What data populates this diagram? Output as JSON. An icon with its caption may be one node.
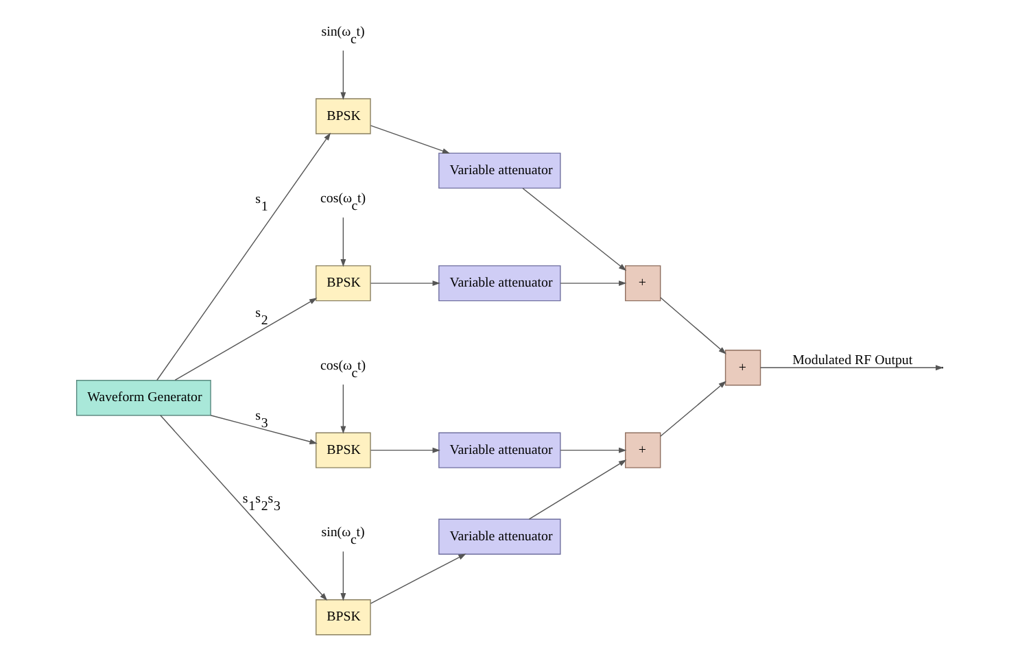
{
  "diagram": {
    "nodes": [
      {
        "text": [
          "Waveform Generator"
        ]
      },
      {
        "text": [
          "BPSK"
        ]
      },
      {
        "text": [
          "BPSK"
        ]
      },
      {
        "text": [
          "BPSK"
        ]
      },
      {
        "text": [
          "BPSK"
        ]
      },
      {
        "text": [
          "Variable attenuator"
        ]
      },
      {
        "text": [
          "Variable attenuator"
        ]
      },
      {
        "text": [
          "Variable attenuator"
        ]
      },
      {
        "text": [
          "Variable attenuator"
        ]
      },
      {
        "text": [
          "+"
        ]
      },
      {
        "text": [
          "+"
        ]
      },
      {
        "text": [
          "+"
        ]
      },
      {
        "text": [
          "sin(ω$_{c}$t)"
        ]
      },
      {
        "text": [
          "cos(ω$_{c}$t)"
        ]
      },
      {
        "text": [
          "cos(ω$_{c}$t)"
        ]
      },
      {
        "text": [
          "sin(ω$_{c}$t)"
        ]
      }
    ],
    "edges": [
      {
        "from": 0,
        "to": 1,
        "arrow": "to",
        "label": "s$_{1}$"
      },
      {
        "from": 0,
        "to": 2,
        "arrow": "to",
        "label": "s$_{2}$"
      },
      {
        "from": 0,
        "to": 3,
        "arrow": "to",
        "label": "s$_{3}$"
      },
      {
        "from": 0,
        "to": 4,
        "arrow": "to",
        "label": "s$_{1}$s$_{2}$s$_{3}$"
      },
      {
        "from": 12,
        "to": 1,
        "arrow": "to"
      },
      {
        "from": 13,
        "to": 2,
        "arrow": "to"
      },
      {
        "from": 14,
        "to": 3,
        "arrow": "to"
      },
      {
        "from": 15,
        "to": 4,
        "arrow": "to"
      },
      {
        "from": 1,
        "to": 5,
        "arrow": "to"
      },
      {
        "from": 2,
        "to": 6,
        "arrow": "to"
      },
      {
        "from": 3,
        "to": 7,
        "arrow": "to"
      },
      {
        "from": 4,
        "to": 8,
        "arrow": "to"
      },
      {
        "from": 5,
        "to": 9,
        "arrow": "to"
      },
      {
        "from": 6,
        "to": 9,
        "arrow": "to"
      },
      {
        "from": 7,
        "to": 10,
        "arrow": "to"
      },
      {
        "from": 8,
        "to": 10,
        "arrow": "to"
      },
      {
        "from": 9,
        "to": 11,
        "arrow": "to"
      },
      {
        "from": 10,
        "to": 11,
        "arrow": "to"
      },
      {
        "from": 11,
        "to": null,
        "arrow": "to",
        "label": "Modulated RF Output"
      }
    ]
  }
}
